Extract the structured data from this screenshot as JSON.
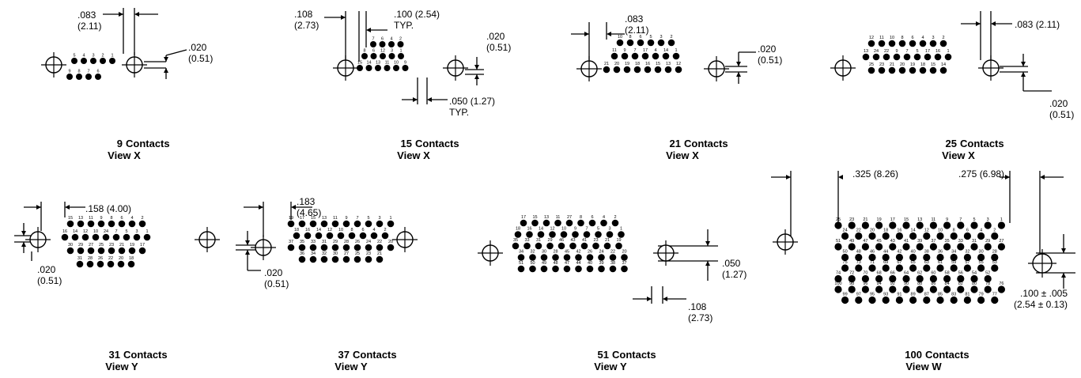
{
  "contacts_suffix": "Contacts",
  "connectors": [
    {
      "count": "9",
      "view": "View X",
      "rows": [
        [
          "5",
          "4",
          "3",
          "2",
          "1"
        ],
        [
          "9",
          "8",
          "7",
          "6"
        ]
      ],
      "dims": [
        {
          "id": "pitch",
          "line1": ".083",
          "line2": "(2.11)"
        },
        {
          "id": "flange",
          "line1": ".020",
          "line2": "(0.51)"
        }
      ]
    },
    {
      "count": "15",
      "view": "View X",
      "rows": [
        [
          "7",
          "6",
          "4",
          "2"
        ],
        [
          "8",
          "6",
          "12",
          "3",
          "1"
        ],
        [
          "15",
          "14",
          "13",
          "11",
          "10",
          "9"
        ]
      ],
      "dims": [
        {
          "id": "pitch",
          "line1": ".108",
          "line2": "(2.73)"
        },
        {
          "id": "typ",
          "line1": ".100 (2.54)",
          "line2": "TYP."
        },
        {
          "id": "flange",
          "line1": ".020",
          "line2": "(0.51)"
        },
        {
          "id": "row",
          "line1": ".050 (1.27)",
          "line2": "TYP."
        }
      ]
    },
    {
      "count": "21",
      "view": "View X",
      "rows": [
        [
          "10",
          "8",
          "6",
          "5",
          "3",
          "2"
        ],
        [
          "11",
          "9",
          "7",
          "17",
          "4",
          "14",
          "1"
        ],
        [
          "21",
          "20",
          "19",
          "18",
          "16",
          "15",
          "13",
          "12"
        ]
      ],
      "dims": [
        {
          "id": "pitch",
          "line1": ".083",
          "line2": "(2.11)"
        },
        {
          "id": "flange",
          "line1": ".020",
          "line2": "(0.51)"
        }
      ]
    },
    {
      "count": "25",
      "view": "View X",
      "rows": [
        [
          "12",
          "11",
          "10",
          "8",
          "6",
          "4",
          "3",
          "2"
        ],
        [
          "13",
          "24",
          "22",
          "9",
          "7",
          "5",
          "17",
          "16",
          "1"
        ],
        [
          "25",
          "23",
          "21",
          "20",
          "19",
          "18",
          "15",
          "14"
        ]
      ],
      "dims": [
        {
          "id": "pitch",
          "line1": ".083 (2.11)",
          "line2": ""
        },
        {
          "id": "flange",
          "line1": ".020",
          "line2": "(0.51)"
        }
      ]
    },
    {
      "count": "31",
      "view": "View Y",
      "rows": [
        [
          "15",
          "13",
          "11",
          "9",
          "8",
          "6",
          "4",
          "2"
        ],
        [
          "16",
          "14",
          "12",
          "10",
          "24",
          "7",
          "5",
          "3",
          "1"
        ],
        [
          "30",
          "29",
          "27",
          "25",
          "23",
          "21",
          "19",
          "17"
        ],
        [
          "31",
          "28",
          "26",
          "22",
          "20",
          "18"
        ]
      ],
      "dims": [
        {
          "id": "pitch",
          "line1": ".158 (4.00)",
          "line2": ""
        },
        {
          "id": "flange",
          "line1": ".020",
          "line2": "(0.51)"
        }
      ]
    },
    {
      "count": "37",
      "view": "View Y",
      "rows": [
        [
          "19",
          "17",
          "15",
          "13",
          "11",
          "9",
          "7",
          "5",
          "3",
          "1"
        ],
        [
          "18",
          "16",
          "14",
          "12",
          "10",
          "8",
          "6",
          "4",
          "2"
        ],
        [
          "37",
          "35",
          "33",
          "31",
          "29",
          "28",
          "26",
          "24",
          "22",
          "20"
        ],
        [
          "36",
          "34",
          "32",
          "30",
          "27",
          "25",
          "23",
          "21"
        ]
      ],
      "dims": [
        {
          "id": "pitch",
          "line1": ".183",
          "line2": "(4.65)"
        },
        {
          "id": "flange",
          "line1": ".020",
          "line2": "(0.51)"
        }
      ]
    },
    {
      "count": "51",
      "view": "View Y",
      "rows": [
        [
          "17",
          "15",
          "13",
          "11",
          "27",
          "8",
          "6",
          "4",
          "2"
        ],
        [
          "18",
          "16",
          "14",
          "12",
          "10",
          "9",
          "7",
          "5",
          "3",
          "1"
        ],
        [
          "35",
          "33",
          "31",
          "29",
          "46",
          "43",
          "41",
          "23",
          "21",
          "19"
        ],
        [
          "34",
          "32",
          "30",
          "28",
          "45",
          "42",
          "26",
          "24",
          "22",
          "20"
        ],
        [
          "51",
          "50",
          "49",
          "48",
          "47",
          "44",
          "40",
          "39",
          "38",
          "37"
        ]
      ],
      "dims": [
        {
          "id": "height",
          "line1": ".050",
          "line2": "(1.27)"
        },
        {
          "id": "width",
          "line1": ".108",
          "line2": "(2.73)"
        }
      ]
    },
    {
      "count": "100",
      "view": "View W",
      "rows": [
        [
          "25",
          "23",
          "21",
          "19",
          "17",
          "15",
          "13",
          "11",
          "9",
          "7",
          "5",
          "3",
          "1"
        ],
        [
          "24",
          "22",
          "20",
          "18",
          "16",
          "14",
          "12",
          "10",
          "8",
          "6",
          "4",
          "2"
        ],
        [
          "51",
          "49",
          "47",
          "45",
          "43",
          "41",
          "39",
          "37",
          "35",
          "33",
          "31",
          "29",
          "27"
        ],
        [
          "50",
          "48",
          "46",
          "44",
          "42",
          "40",
          "38",
          "36",
          "34",
          "32",
          "30",
          "28"
        ],
        [
          "75",
          "73",
          "71",
          "69",
          "67",
          "65",
          "63",
          "61",
          "59",
          "57",
          "55",
          "53"
        ],
        [
          "74",
          "72",
          "70",
          "68",
          "66",
          "64",
          "62",
          "60",
          "58",
          "56",
          "54",
          "52"
        ],
        [
          "100",
          "98",
          "96",
          "94",
          "92",
          "90",
          "88",
          "86",
          "84",
          "82",
          "80",
          "78",
          "76"
        ],
        [
          "99",
          "97",
          "95",
          "93",
          "91",
          "89",
          "87",
          "85",
          "83",
          "81",
          "79",
          "77"
        ]
      ],
      "dims": [
        {
          "id": "left",
          "line1": ".325 (8.26)",
          "line2": ""
        },
        {
          "id": "right",
          "line1": ".275 (6.98)",
          "line2": ""
        },
        {
          "id": "hole",
          "line1": ".100 ± .005",
          "line2": "(2.54 ± 0.13)"
        }
      ]
    }
  ]
}
